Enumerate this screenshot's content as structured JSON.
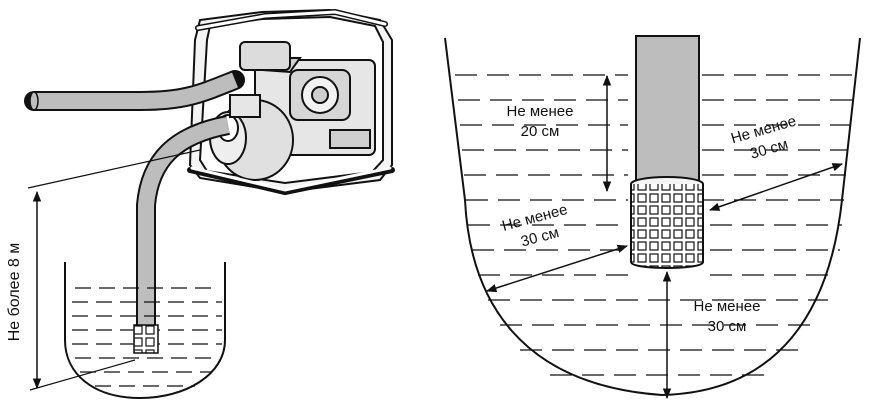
{
  "figure": {
    "left": {
      "max_suction_height_label": "Не более 8 м"
    },
    "right": {
      "top_gap_lines": [
        "Не менее",
        "20 см"
      ],
      "side_gap_upper_lines": [
        "Не менее",
        "30 см"
      ],
      "side_gap_lower_lines": [
        "Не менее",
        "30 см"
      ],
      "bottom_gap_lines": [
        "Не менее",
        "30 см"
      ]
    }
  },
  "colors": {
    "stroke": "#111111",
    "hose_fill": "#bdbdbd",
    "background": "#ffffff"
  }
}
